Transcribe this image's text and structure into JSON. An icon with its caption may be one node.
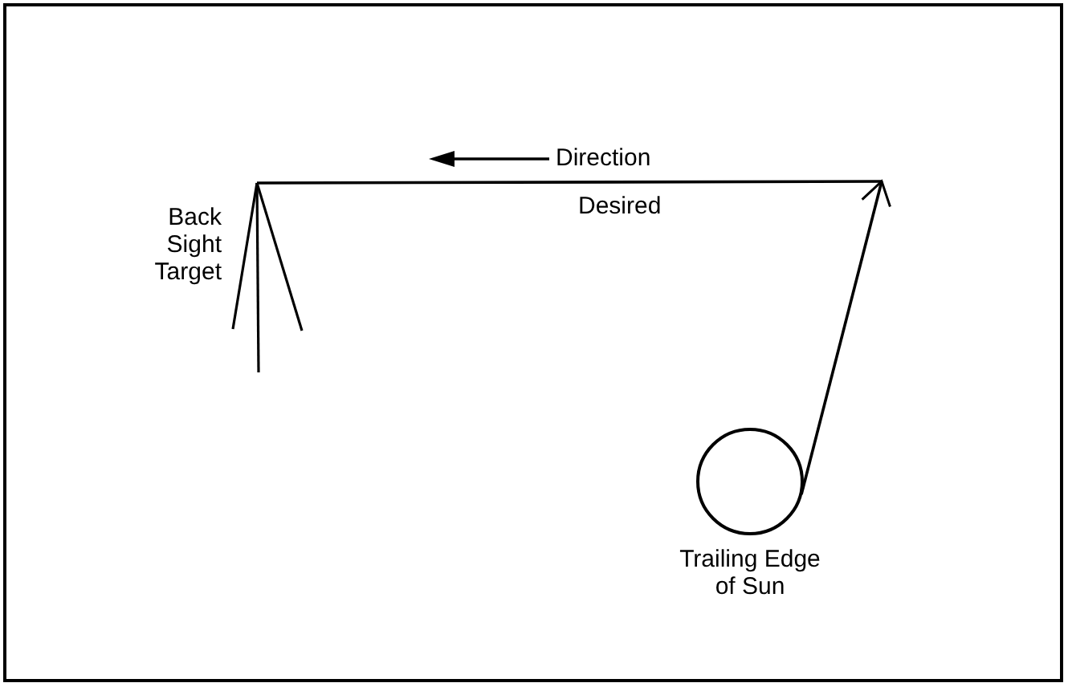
{
  "diagram": {
    "nodes": [
      {
        "text": [],
        "shape": "picture",
        "beside": [
          "Back Sight Target"
        ]
      },
      {
        "text": [],
        "shape": "circle",
        "beside": [
          "Trailing Edge of Sun"
        ]
      }
    ],
    "edges": [
      {
        "from": 0,
        "to": null,
        "arrow": "none"
      },
      {
        "from": 1,
        "to": null,
        "arrow": "to"
      }
    ],
    "labels": [
      "Direction",
      "Desired"
    ]
  }
}
